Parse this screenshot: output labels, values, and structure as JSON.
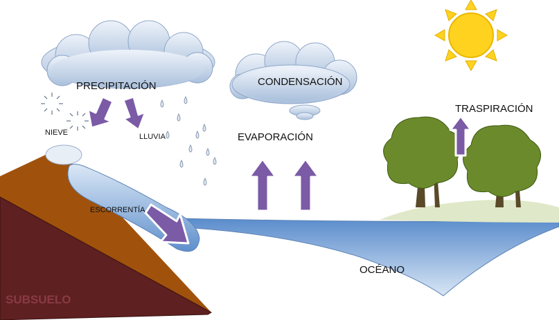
{
  "labels": {
    "precipitation": "PRECIPITACIÓN",
    "condensation": "CONDENSACIÓN",
    "evaporation": "EVAPORACIÓN",
    "transpiration": "TRASPIRACIÓN",
    "snow": "NIEVE",
    "rain": "LLUVIA",
    "runoff": "ESCORRENTÍA",
    "ocean": "OCÉANO",
    "subsoil": "SUBSUELO"
  },
  "colors": {
    "arrow": "#7b5aa6",
    "cloud": "#c9d9ec",
    "water": "#6f9bd0",
    "soil": "#a0520c",
    "subsoil": "#5e2020",
    "sun": "#ffd21f",
    "tree": "#6b8a2c"
  }
}
